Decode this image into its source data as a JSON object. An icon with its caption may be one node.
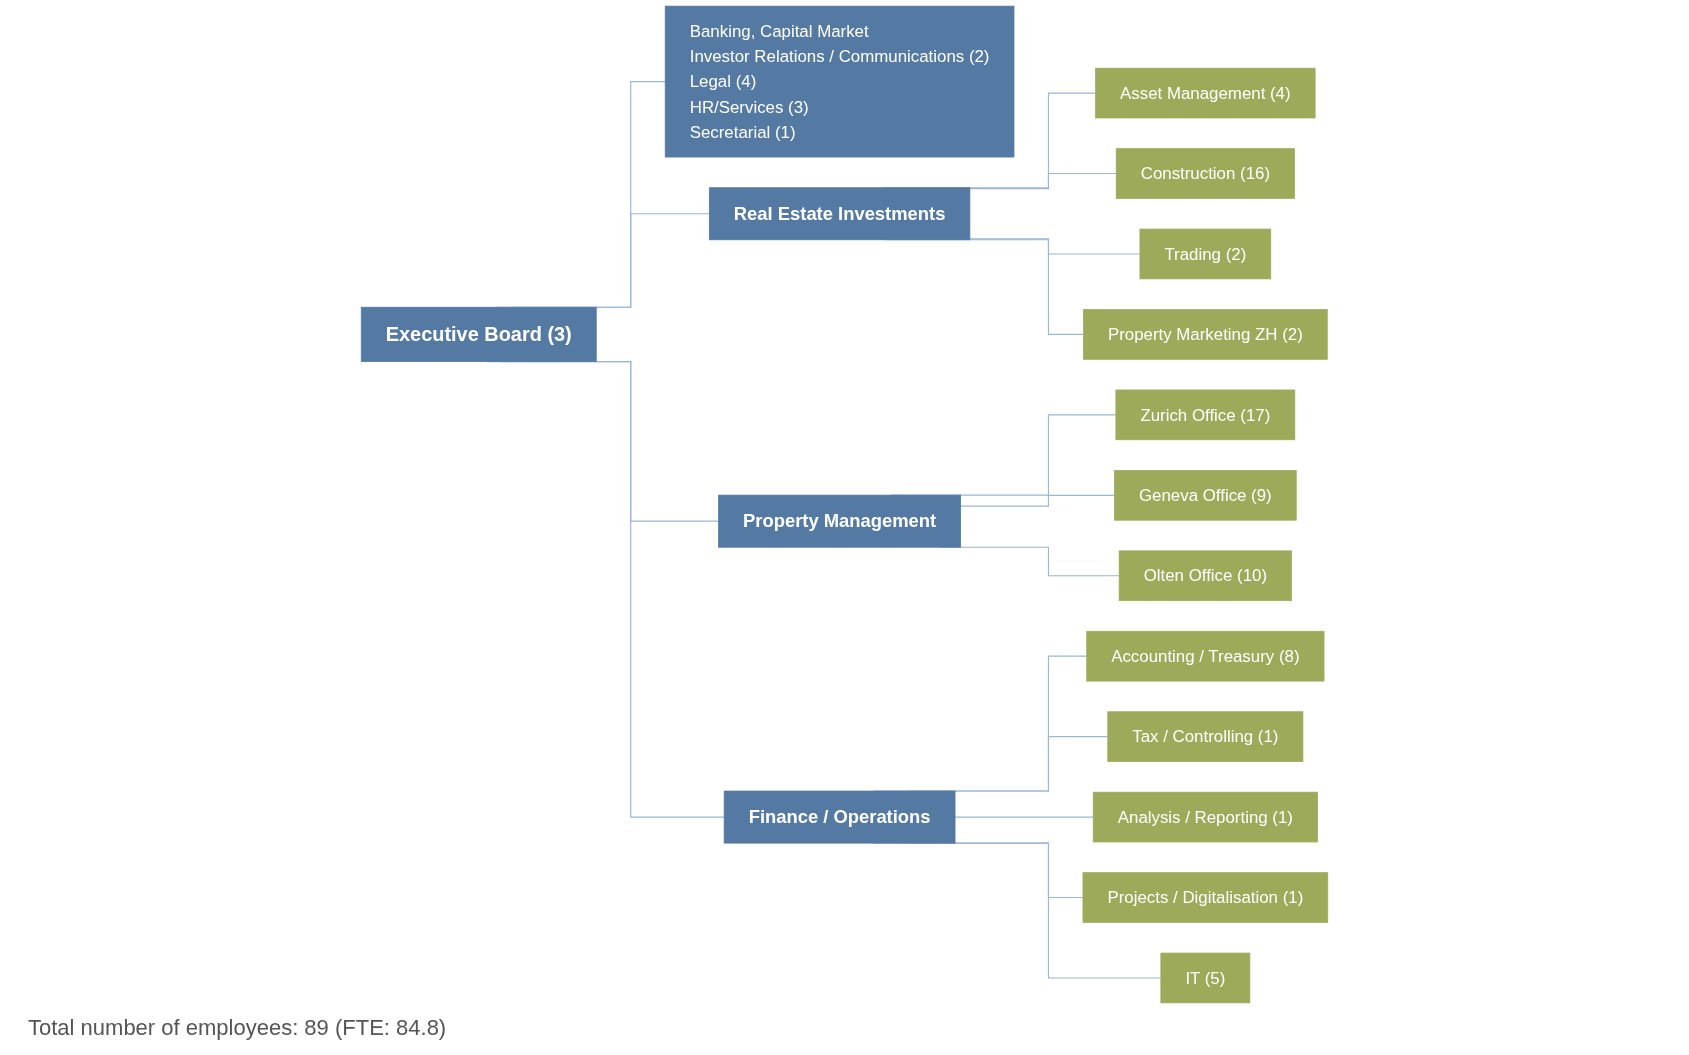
{
  "diagram": {
    "nodes": [
      {
        "text": [
          "Executive Board (3)"
        ]
      },
      {
        "text": [
          "Banking, Capital Market",
          "Investor Relations / Communications (2)",
          "Legal (4)",
          "HR/Services (3)",
          "Secretarial (1)"
        ]
      },
      {
        "text": [
          "Real Estate Investments"
        ]
      },
      {
        "text": [
          "Property Management"
        ]
      },
      {
        "text": [
          "Finance / Operations"
        ]
      },
      {
        "text": [
          "Asset Management (4)"
        ]
      },
      {
        "text": [
          "Construction (16)"
        ]
      },
      {
        "text": [
          "Trading (2)"
        ]
      },
      {
        "text": [
          "Property Marketing ZH (2)"
        ]
      },
      {
        "text": [
          "Zurich Office (17)"
        ]
      },
      {
        "text": [
          "Geneva Office  (9)"
        ]
      },
      {
        "text": [
          "Olten Office (10)"
        ]
      },
      {
        "text": [
          "Accounting / Treasury (8)"
        ]
      },
      {
        "text": [
          "Tax / Controlling (1)"
        ]
      },
      {
        "text": [
          "Analysis / Reporting (1)"
        ]
      },
      {
        "text": [
          "Projects / Digitalisation (1)"
        ]
      },
      {
        "text": [
          "IT (5)"
        ]
      }
    ],
    "edges": [
      {
        "from": 0,
        "to": 1,
        "arrow": "none"
      },
      {
        "from": 0,
        "to": 2,
        "arrow": "none"
      },
      {
        "from": 0,
        "to": 3,
        "arrow": "none"
      },
      {
        "from": 0,
        "to": 4,
        "arrow": "none"
      },
      {
        "from": 2,
        "to": 5,
        "arrow": "none"
      },
      {
        "from": 2,
        "to": 6,
        "arrow": "none"
      },
      {
        "from": 2,
        "to": 7,
        "arrow": "none"
      },
      {
        "from": 2,
        "to": 8,
        "arrow": "none"
      },
      {
        "from": 3,
        "to": 9,
        "arrow": "none"
      },
      {
        "from": 3,
        "to": 10,
        "arrow": "none"
      },
      {
        "from": 3,
        "to": 11,
        "arrow": "none"
      },
      {
        "from": 4,
        "to": 12,
        "arrow": "none"
      },
      {
        "from": 4,
        "to": 13,
        "arrow": "none"
      },
      {
        "from": 4,
        "to": 14,
        "arrow": "none"
      },
      {
        "from": 4,
        "to": 15,
        "arrow": "none"
      },
      {
        "from": 4,
        "to": 16,
        "arrow": "none"
      }
    ],
    "labels": [
      "Total number of employees: 89 (FTE: 84.8)"
    ]
  }
}
